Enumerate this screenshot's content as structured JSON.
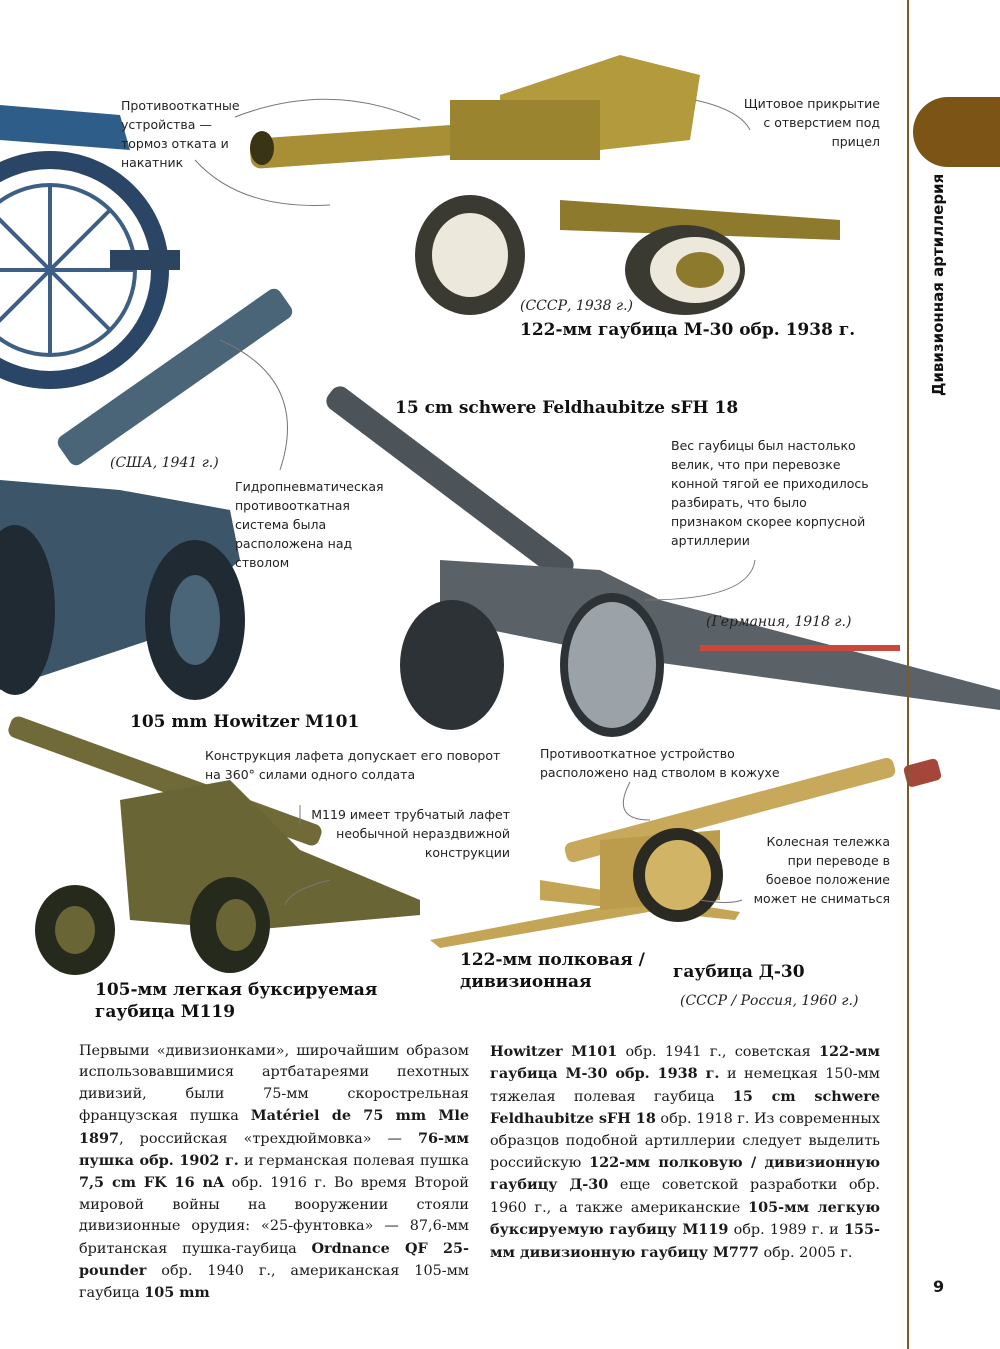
{
  "section_title": "Дивизионная артиллерия",
  "page_number": "9",
  "colors": {
    "accent": "#7c5416"
  },
  "guns": {
    "m30": {
      "title": "122-мм гаубица М-30 обр. 1938 г.",
      "origin": "(СССР, 1938 г.)"
    },
    "sfh18": {
      "title": "15 cm schwere Feldhaubitze sFH 18",
      "origin": "(Германия, 1918 г.)"
    },
    "m101": {
      "title": "105 mm Howitzer M101",
      "origin": "(США, 1941 г.)"
    },
    "m119": {
      "title_line1": "105-мм легкая буксируемая",
      "title_line2": "гаубица М119"
    },
    "d30": {
      "title_line1": "122-мм полковая /",
      "title_line2": "дивизионная",
      "title_line3": "гаубица Д-30",
      "origin": "(СССР / Россия, 1960 г.)"
    }
  },
  "notes": {
    "recoil": "Противооткатные устройства — тормоз отката и накатник",
    "shield": "Щитовое прикрытие с отверстием под прицел",
    "hydro": "Гидропневматическая противооткатная система была расположена над стволом",
    "weight": "Вес гаубицы был настолько велик, что при перевозке конной тягой ее приходилось разбирать, что было признаком скорее корпусной артиллерии",
    "carriage": "Конструкция лафета допускает его поворот на 360° силами одного солдата",
    "m119_carriage": "М119 имеет трубчатый лафет необычной нераздвижной конструкции",
    "d30_recoil": "Противооткатное устройство расположено над стволом в кожухе",
    "wheels": "Колесная тележка при переводе в боевое положение может не сниматься"
  },
  "body": {
    "col1": [
      {
        "t": "Первыми «дивизионками», широчайшим образом использовавшимися артбатареями пехотных дивизий, были 75-мм скорострельная французская пушка "
      },
      {
        "t": "Matériel de 75 mm Mle 1897",
        "b": true
      },
      {
        "t": ", российская «трехдюймовка» — "
      },
      {
        "t": "76-мм пушка обр. 1902 г.",
        "b": true
      },
      {
        "t": " и германская полевая пушка "
      },
      {
        "t": "7,5 cm FK 16 nA",
        "b": true
      },
      {
        "t": " обр. 1916 г. Во время Второй мировой войны на вооружении стояли дивизионные орудия: «25-фунтовка» — 87,6-мм британская пушка-гаубица "
      },
      {
        "t": "Ordnance QF 25-pounder",
        "b": true
      },
      {
        "t": " обр. 1940 г., американская 105-мм гаубица "
      },
      {
        "t": "105 mm",
        "b": true
      }
    ],
    "col2": [
      {
        "t": "Howitzer M101",
        "b": true
      },
      {
        "t": " обр. 1941 г., советская "
      },
      {
        "t": "122-мм гаубица М-30 обр. 1938 г.",
        "b": true
      },
      {
        "t": " и немецкая 150-мм тяжелая полевая гаубица "
      },
      {
        "t": "15 cm schwere Feldhaubitze sFH 18",
        "b": true
      },
      {
        "t": " обр. 1918 г. Из современных образцов подобной артиллерии следует выделить российскую "
      },
      {
        "t": "122-мм полковую / дивизионную гаубицу Д-30",
        "b": true
      },
      {
        "t": " еще советской разработки обр. 1960 г., а также американские "
      },
      {
        "t": "105-мм легкую буксируемую гаубицу М119",
        "b": true
      },
      {
        "t": " обр. 1989 г. и "
      },
      {
        "t": "155-мм дивизионную гаубицу М777",
        "b": true
      },
      {
        "t": " обр. 2005 г."
      }
    ]
  }
}
